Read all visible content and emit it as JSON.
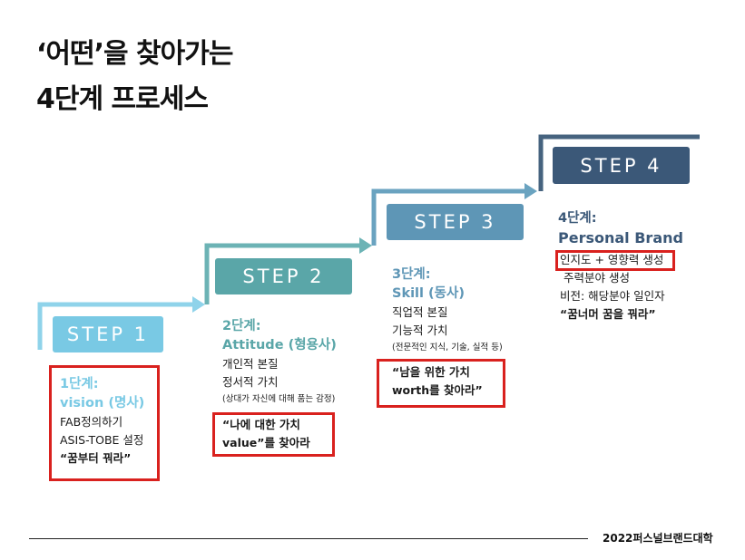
{
  "title": {
    "line1": "‘어떤’을 찾아가는",
    "line2": "4단계 프로세스"
  },
  "colors": {
    "step1": "#79c9e4",
    "step2": "#5aa6a8",
    "step3": "#5e96b6",
    "step4": "#3b5878",
    "arrow1": "#8fd3ea",
    "arrow2": "#6cb3b5",
    "arrow3": "#6aa3c0",
    "arrow4": "#46637f",
    "highlight": "#d9211e"
  },
  "steps": [
    {
      "label": "STEP 1",
      "stage": "1단계:",
      "name": "vision (명사)",
      "lines": [
        "FAB정의하기",
        "ASIS-TOBE 설정"
      ],
      "note": "",
      "quote": "“꿈부터 꿔라”"
    },
    {
      "label": "STEP 2",
      "stage": "2단계:",
      "name": "Attitude (형용사)",
      "lines": [
        "개인적 본질",
        "정서적 가치"
      ],
      "note": "(상대가 자신에 대해 품는 감정)",
      "quote_line1": "“나에 대한 가치",
      "quote_line2": "value”를 찾아라"
    },
    {
      "label": "STEP 3",
      "stage": "3단계:",
      "name": "Skill (동사)",
      "lines": [
        "직업적 본질",
        "기능적 가치"
      ],
      "note": "(전문적인 지식, 기술, 실적 등)",
      "quote_line1": "“남을 위한 가치",
      "quote_line2": "worth를 찾아라”"
    },
    {
      "label": "STEP 4",
      "stage": "4단계:",
      "name": "Personal Brand",
      "highlight": "인지도 + 영향력 생성",
      "lines": [
        "주력분야  생성",
        "비전: 해당분야 일인자"
      ],
      "quote": "“꿈너머 꿈을 꿔라”"
    }
  ],
  "footer": "2022퍼스널브랜드대학"
}
